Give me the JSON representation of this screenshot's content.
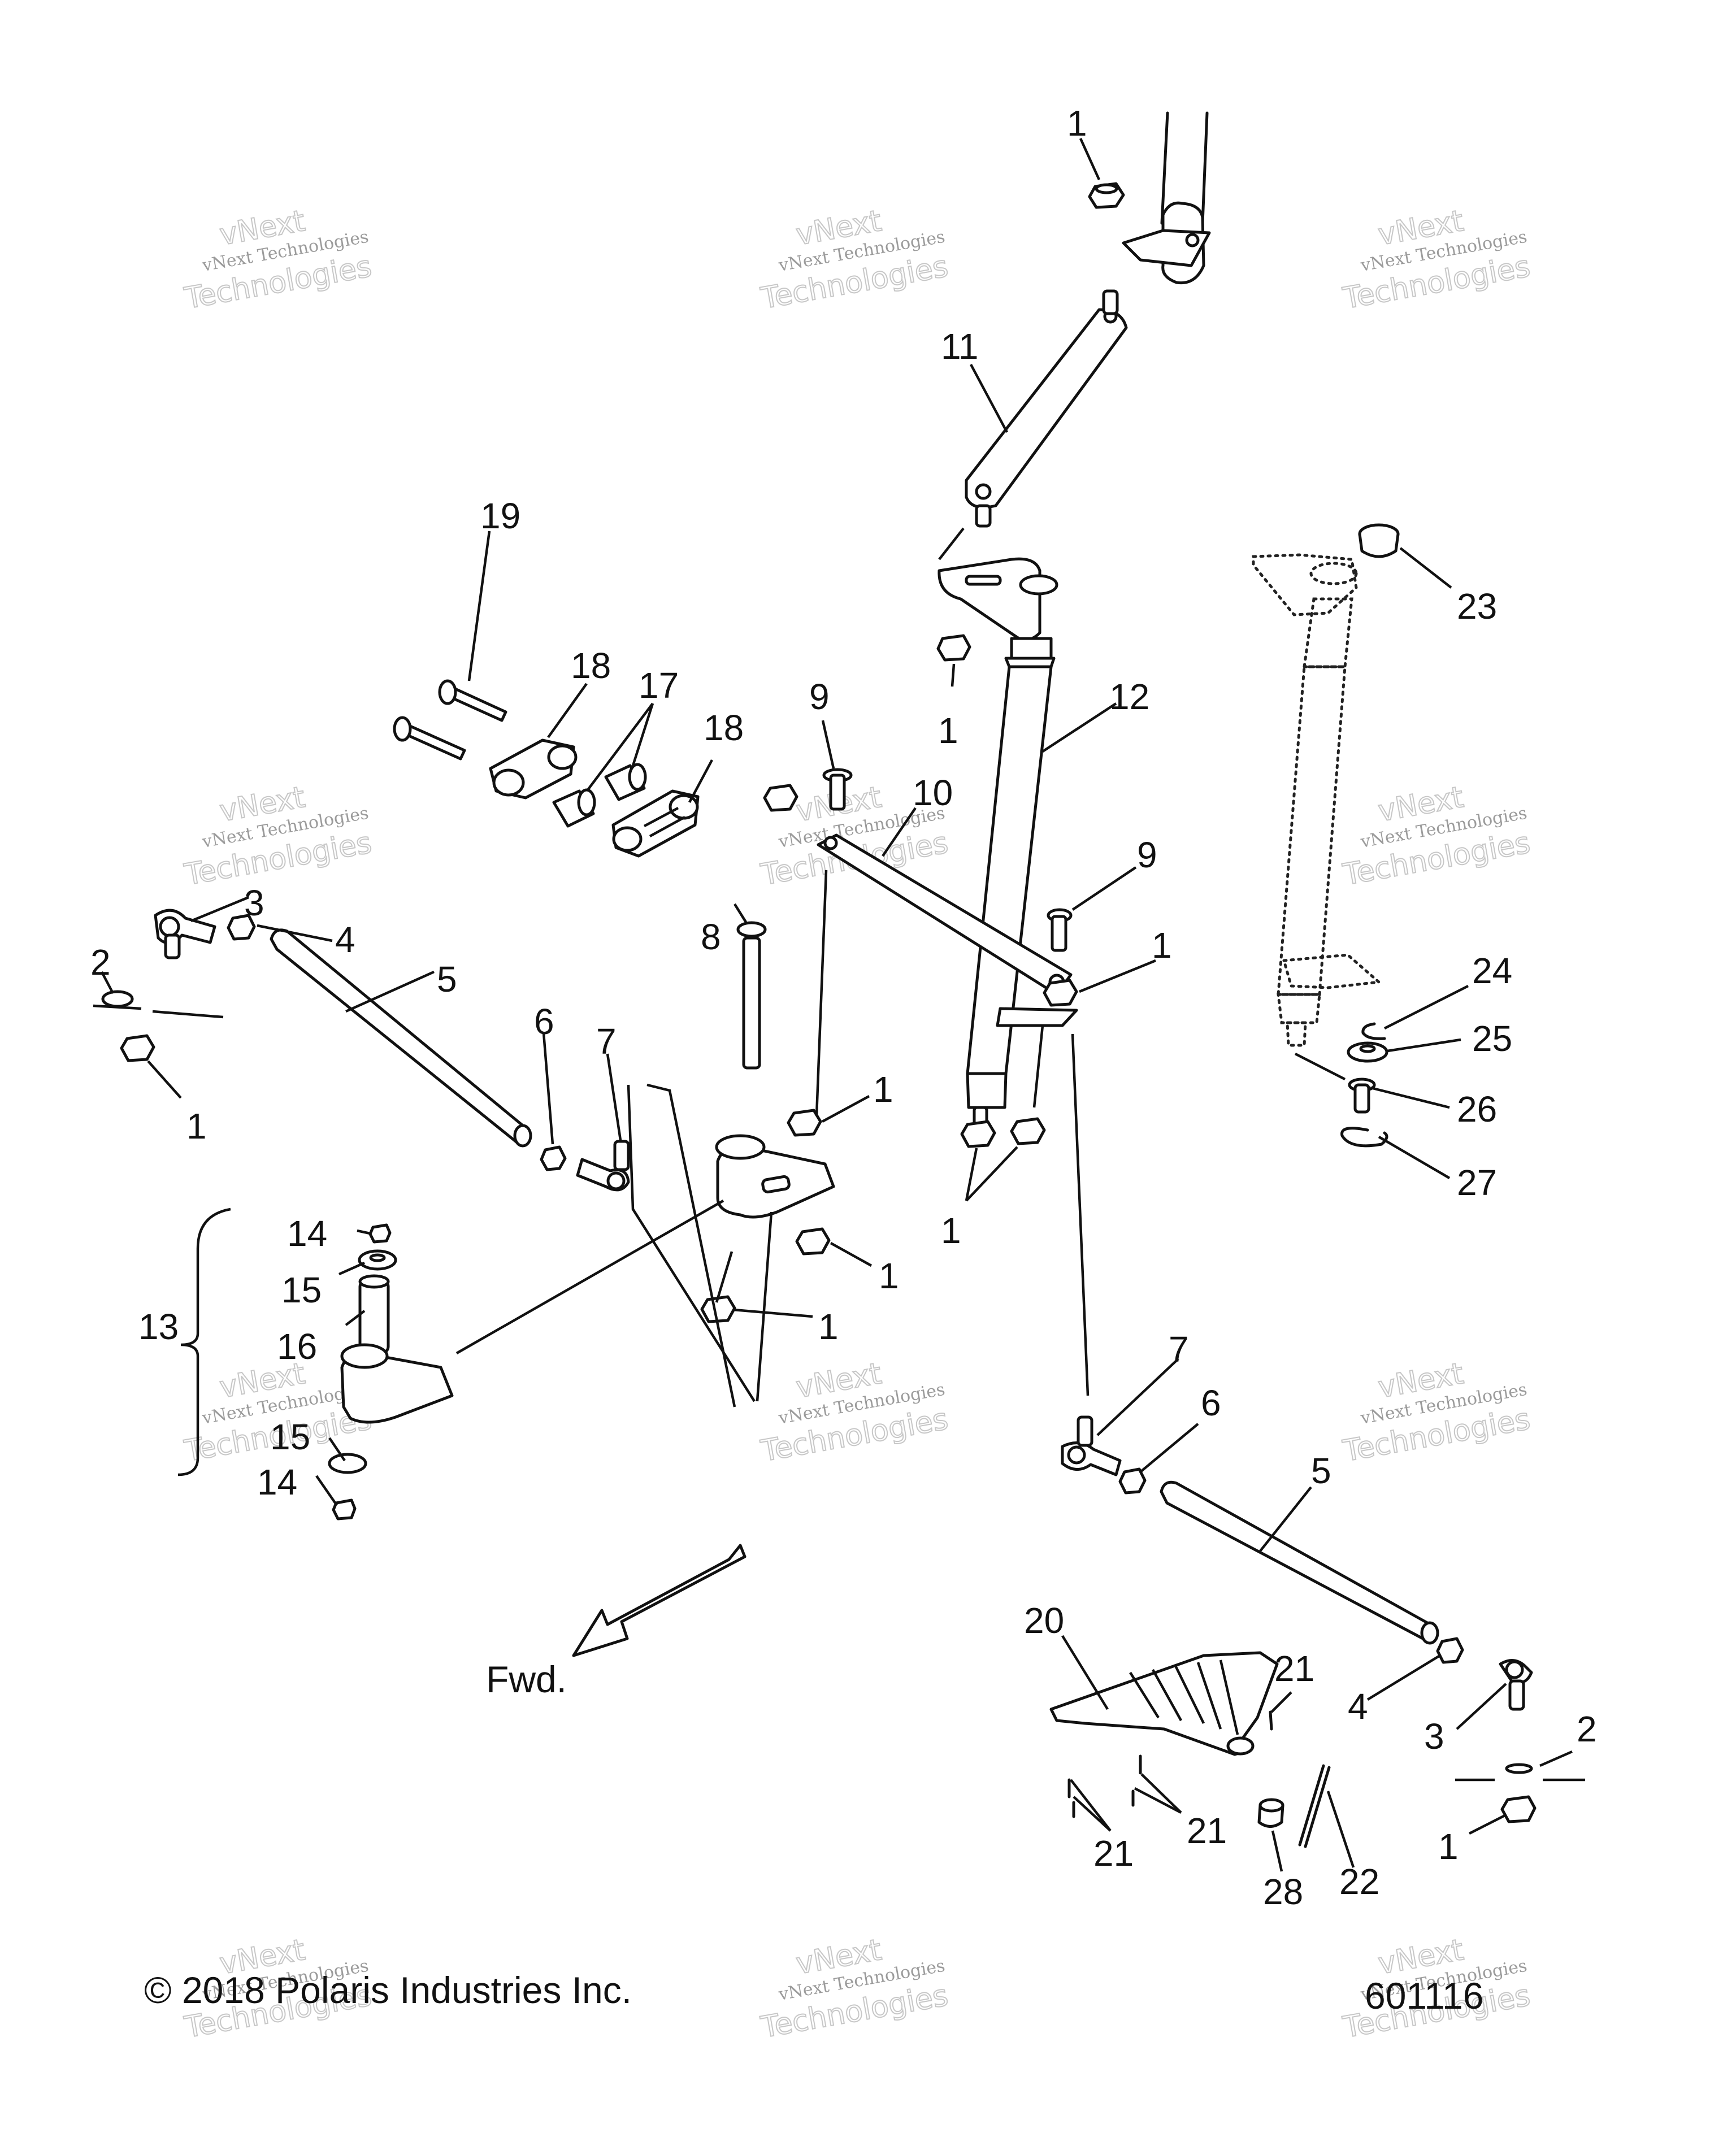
{
  "diagram": {
    "copyright": "© 2018 Polaris Industries Inc.",
    "figure_number": "601116",
    "direction_label": "Fwd.",
    "watermark": {
      "top_line": "vNext",
      "mid_line": "vNext Technologies",
      "big_line": "Technologies"
    },
    "callouts": [
      "1",
      "2",
      "3",
      "4",
      "5",
      "6",
      "7",
      "8",
      "9",
      "10",
      "11",
      "12",
      "13",
      "14",
      "15",
      "16",
      "17",
      "18",
      "19",
      "20",
      "21",
      "22",
      "23",
      "24",
      "25",
      "26",
      "27",
      "28"
    ]
  }
}
